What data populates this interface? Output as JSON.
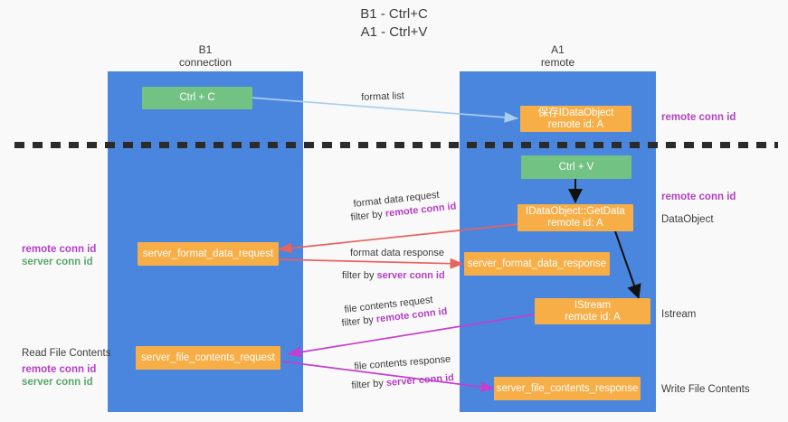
{
  "title": "B1 - Ctrl+C\nA1 - Ctrl+V",
  "columns": [
    {
      "name": "b1",
      "header": "B1\nconnection"
    },
    {
      "name": "a1",
      "header": "A1\nremote"
    }
  ],
  "nodes": [
    {
      "id": "ctrl-c",
      "label": "Ctrl + C"
    },
    {
      "id": "save-idataobject",
      "label": "保存IDataObject\nremote id: A"
    },
    {
      "id": "ctrl-v",
      "label": "Ctrl + V"
    },
    {
      "id": "idataobject-getdata",
      "label": "IDataObject::GetData\nremote id: A"
    },
    {
      "id": "server-format-data-request",
      "label": "server_format_data_request"
    },
    {
      "id": "server-format-data-response",
      "label": "server_format_data_response"
    },
    {
      "id": "istream",
      "label": "IStream\nremote id: A"
    },
    {
      "id": "server-file-contents-request",
      "label": "server_file_contents_request"
    },
    {
      "id": "server-file-contents-response",
      "label": "server_file_contents_response"
    }
  ],
  "edge_labels": {
    "format_list": "format list",
    "format_data_request": "format data request",
    "format_data_request_filter_prefix": "filter by ",
    "format_data_request_filter_key": "remote conn id",
    "format_data_response": "format data response",
    "format_data_response_filter_prefix": "filter by ",
    "format_data_response_filter_key": "server conn id",
    "file_contents_request": "file contents request",
    "file_contents_request_filter_prefix": "filter by ",
    "file_contents_request_filter_key": "remote conn id",
    "file_contents_response": "file contents response",
    "file_contents_response_filter_prefix": "filter by ",
    "file_contents_response_filter_key": "server conn id"
  },
  "annotations": {
    "right_remote_conn_id_top": "remote conn id",
    "right_remote_conn_id_mid": "remote conn id",
    "right_dataobject": "DataObject",
    "right_istream": "Istream",
    "right_write_file_contents": "Write File Contents",
    "left_remote_conn_id": "remote conn id",
    "left_server_conn_id": "server conn id",
    "left_read_file_contents": "Read File Contents",
    "left_remote_conn_id_2": "remote conn id",
    "left_server_conn_id_2": "server conn id"
  },
  "colors": {
    "lane": "#4a86dd",
    "node_green": "#72c283",
    "node_orange": "#f7ae47",
    "arrow_blue": "#a9cdf0",
    "arrow_red": "#e8625f",
    "arrow_magenta": "#c33fcd",
    "arrow_black": "#111111",
    "accent_purple": "#b43fc4",
    "accent_green": "#5aa86c",
    "background": "#f9f9f9"
  }
}
